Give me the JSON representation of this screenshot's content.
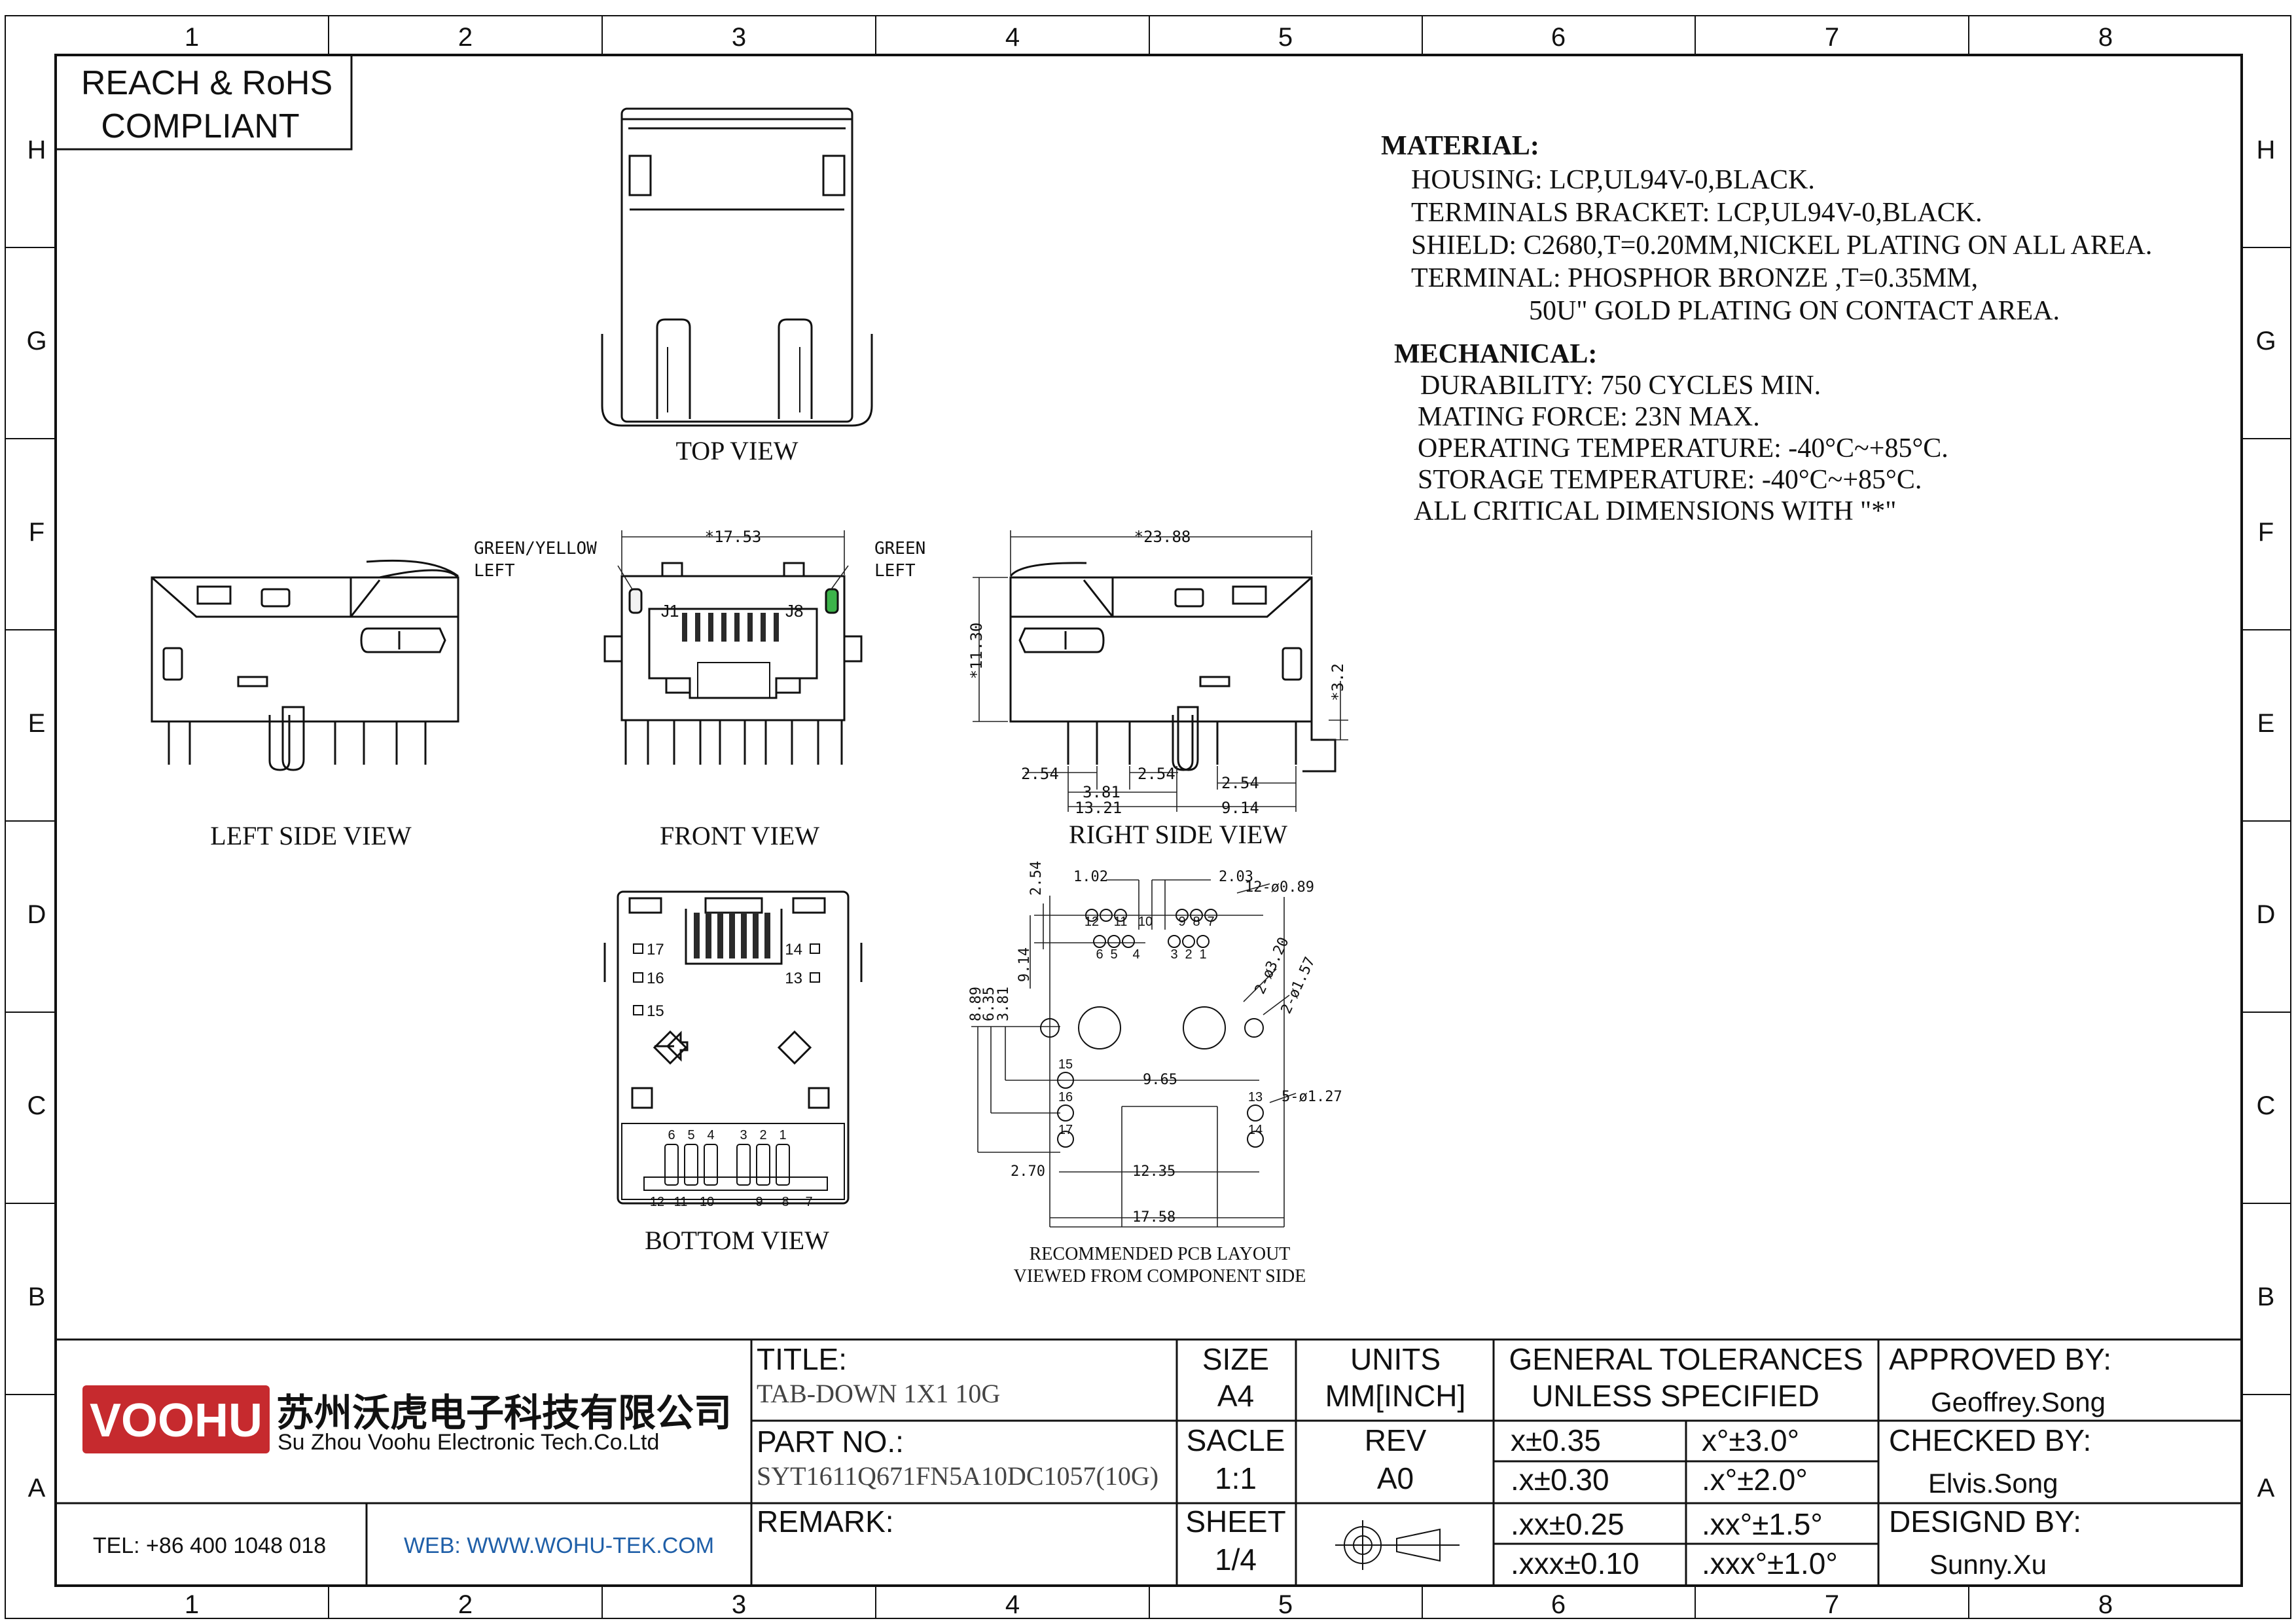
{
  "frame": {
    "columns": [
      "1",
      "2",
      "3",
      "4",
      "5",
      "6",
      "7",
      "8"
    ],
    "rows": [
      "H",
      "G",
      "F",
      "E",
      "D",
      "C",
      "B",
      "A"
    ]
  },
  "compliance": {
    "line1": "REACH & RoHS",
    "line2": "COMPLIANT"
  },
  "views": {
    "top": "TOP VIEW",
    "left_side": "LEFT SIDE VIEW",
    "front": "FRONT VIEW",
    "right_side": "RIGHT SIDE VIEW",
    "bottom": "BOTTOM VIEW",
    "pcb_line1": "RECOMMENDED PCB LAYOUT",
    "pcb_line2": "VIEWED FROM COMPONENT SIDE"
  },
  "leds": {
    "left_line1": "GREEN/YELLOW",
    "left_line2": "LEFT",
    "left_color": "#f2f2f2",
    "right_line1": "GREEN",
    "right_line2": "LEFT",
    "right_color": "#3cb34a"
  },
  "front_labels": {
    "j1": "J1",
    "j8": "J8"
  },
  "dims": {
    "front_width": "*17.53",
    "right_width": "*23.88",
    "right_height": "*11.30",
    "right_side_small": "*3.2",
    "d254a": "2.54",
    "d381": "3.81",
    "d254b": "2.54",
    "d1321": "13.21",
    "d254c": "2.54",
    "d914": "9.14",
    "pcb_102": "1.02",
    "pcb_254": "2.54",
    "pcb_203": "2.03",
    "pcb_hole_089": "12-ø0.89",
    "pcb_914": "9.14",
    "pcb_889": "8.89",
    "pcb_635": "6.35",
    "pcb_381": "3.81",
    "pcb_hole_320": "2-ø3.20",
    "pcb_hole_157": "2-ø1.57",
    "pcb_965": "9.65",
    "pcb_hole_127": "5-ø1.27",
    "pcb_270": "2.70",
    "pcb_1235": "12.35",
    "pcb_1758": "17.58"
  },
  "pcb_pins": {
    "top_row": [
      "12",
      "11",
      "10",
      "9",
      "8",
      "7"
    ],
    "bottom_row": [
      "6",
      "5",
      "4",
      "3",
      "2",
      "1"
    ],
    "left_col": [
      "15",
      "16",
      "17"
    ],
    "right_col": [
      "13",
      "14"
    ]
  },
  "bottom_view_pins": {
    "left": [
      "17",
      "16",
      "15"
    ],
    "right": [
      "14",
      "13"
    ],
    "top_numbers": [
      "6",
      "5",
      "4",
      "3",
      "2",
      "1"
    ],
    "bottom_numbers": [
      "12",
      "11",
      "10",
      "9",
      "8",
      "7"
    ]
  },
  "notes": {
    "material_title": "MATERIAL:",
    "material": [
      "HOUSING: LCP,UL94V-0,BLACK.",
      "TERMINALS BRACKET: LCP,UL94V-0,BLACK.",
      "SHIELD: C2680,T=0.20MM,NICKEL PLATING ON ALL AREA.",
      "TERMINAL: PHOSPHOR BRONZE ,T=0.35MM,",
      "50U\" GOLD PLATING ON CONTACT AREA."
    ],
    "mechanical_title": "MECHANICAL:",
    "mechanical": [
      "DURABILITY: 750 CYCLES MIN.",
      "MATING FORCE: 23N MAX.",
      "OPERATING TEMPERATURE: -40°C~+85°C.",
      "STORAGE TEMPERATURE: -40°C~+85°C.",
      "ALL CRITICAL DIMENSIONS WITH \"*\""
    ]
  },
  "title_block": {
    "logo_text": "VOOHU",
    "company_cn": "苏州沃虎电子科技有限公司",
    "company_en": "Su Zhou Voohu Electronic Tech.Co.Ltd",
    "tel": "TEL: +86 400 1048 018",
    "web": "WEB: WWW.WOHU-TEK.COM",
    "title_label": "TITLE:",
    "title_value": "TAB-DOWN 1X1 10G",
    "part_label": "PART NO.:",
    "part_value": "SYT1611Q671FN5A10DC1057(10G)",
    "remark_label": "REMARK:",
    "size_label": "SIZE",
    "size_value": "A4",
    "units_label": "UNITS",
    "units_value": "MM[INCH]",
    "scale_label": "SACLE",
    "scale_value": "1:1",
    "rev_label": "REV",
    "rev_value": "A0",
    "sheet_label": "SHEET",
    "sheet_value": "1/4",
    "tol_title1": "GENERAL TOLERANCES",
    "tol_title2": "UNLESS SPECIFIED",
    "tolerances": [
      [
        "x±0.35",
        "x°±3.0°"
      ],
      [
        ".x±0.30",
        ".x°±2.0°"
      ],
      [
        ".xx±0.25",
        ".xx°±1.5°"
      ],
      [
        ".xxx±0.10",
        ".xxx°±1.0°"
      ]
    ],
    "approved_label": "APPROVED BY:",
    "approved_value": "Geoffrey.Song",
    "checked_label": "CHECKED BY:",
    "checked_value": "Elvis.Song",
    "designed_label": "DESIGND BY:",
    "designed_value": "Sunny.Xu"
  },
  "colors": {
    "logo_red": "#c62a2e",
    "web_blue": "#1f5fa8",
    "led_green": "#3cb34a"
  }
}
